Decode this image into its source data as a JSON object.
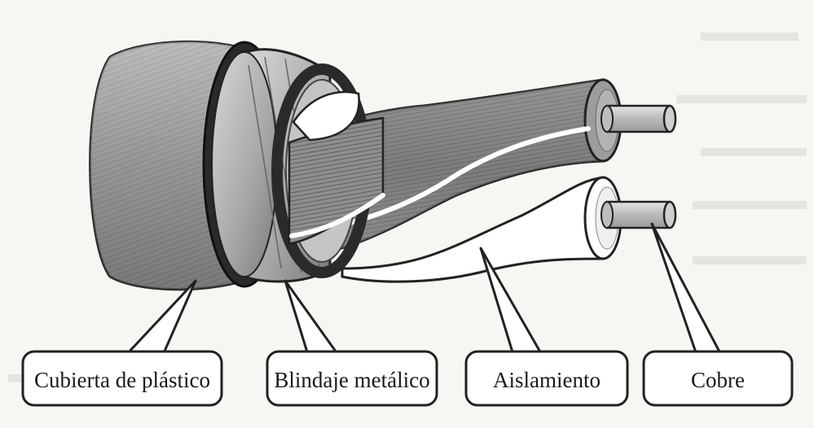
{
  "diagram": {
    "labels": {
      "plastic_jacket": "Cubierta de plástico",
      "metal_shield": "Blindaje metálico",
      "insulation": "Aislamiento",
      "copper": "Cobre"
    }
  }
}
